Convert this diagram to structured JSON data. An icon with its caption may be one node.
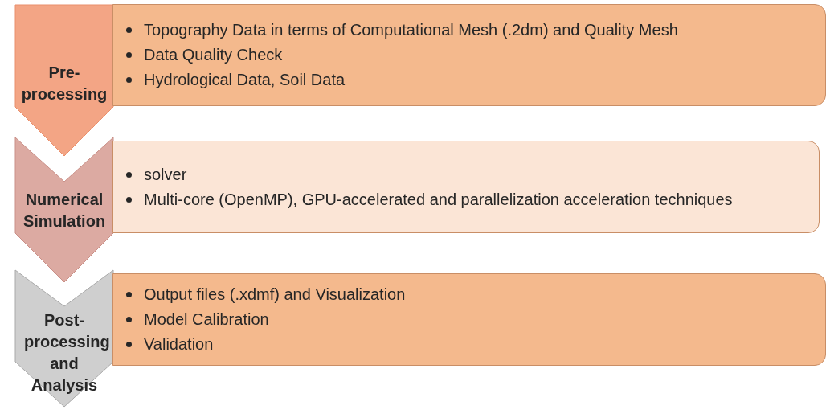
{
  "diagram": {
    "nodes": [
      {
        "text": [
          "Pre-processing"
        ]
      },
      {
        "text": [
          "Topography Data in terms of Computational Mesh (.2dm) and Quality Mesh",
          "Data Quality Check",
          "Hydrological Data, Soil Data"
        ]
      },
      {
        "text": [
          "Numerical Simulation"
        ]
      },
      {
        "text": [
          "solver",
          "Multi-core (OpenMP), GPU-accelerated and parallelization acceleration techniques"
        ]
      },
      {
        "text": [
          "Post-processing and Analysis"
        ]
      },
      {
        "text": [
          "Output files (.xdmf) and Visualization",
          "Model Calibration",
          "Validation"
        ]
      }
    ],
    "edges": []
  }
}
